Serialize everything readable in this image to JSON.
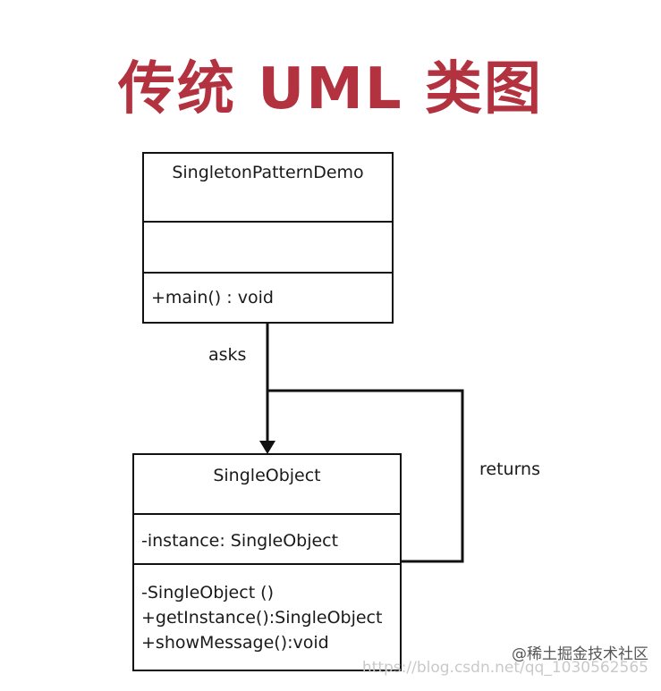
{
  "title": "传统 UML 类图",
  "classes": {
    "demo": {
      "name": "SingletonPatternDemo",
      "attributes": [],
      "methods": [
        "+main() : void"
      ]
    },
    "single": {
      "name": "SingleObject",
      "attributes": [
        "-instance: SingleObject"
      ],
      "methods": [
        "-SingleObject ()",
        "+getInstance():SingleObject",
        "+showMessage():void"
      ]
    }
  },
  "relations": {
    "asks": "asks",
    "returns": "returns"
  },
  "watermark": {
    "url": "https://blog.csdn.net/qq_1030562565",
    "brand": "@稀土掘金技术社区"
  }
}
